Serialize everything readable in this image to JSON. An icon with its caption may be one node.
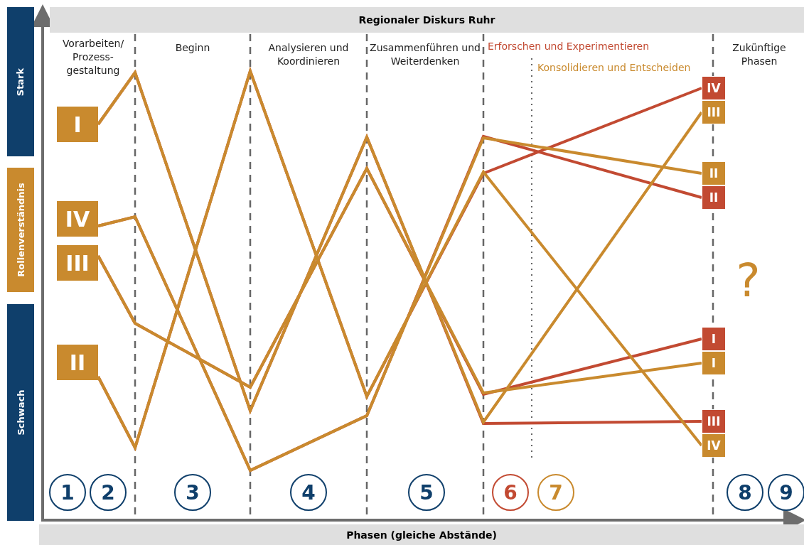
{
  "diagram": {
    "title": "Regionaler Diskurs Ruhr",
    "nodes": [
      {
        "text": [
          "I"
        ]
      },
      {
        "text": [
          "IV"
        ]
      },
      {
        "text": [
          "III"
        ]
      },
      {
        "text": [
          "II"
        ]
      },
      {
        "text": [
          "IV"
        ]
      },
      {
        "text": [
          "III"
        ]
      },
      {
        "text": [
          "II"
        ]
      },
      {
        "text": [
          "II"
        ]
      },
      {
        "text": [
          "I"
        ]
      },
      {
        "text": [
          "I"
        ]
      },
      {
        "text": [
          "III"
        ]
      },
      {
        "text": [
          "IV"
        ]
      }
    ],
    "edges": [
      {
        "from": 0,
        "to": 5,
        "arrow": "none"
      },
      {
        "from": 0,
        "to": 10,
        "arrow": "none",
        "color": "#c24a32"
      },
      {
        "from": 1,
        "to": 6,
        "arrow": "none"
      },
      {
        "from": 1,
        "to": 7,
        "arrow": "none",
        "color": "#c24a32"
      },
      {
        "from": 2,
        "to": 9,
        "arrow": "none"
      },
      {
        "from": 2,
        "to": 8,
        "arrow": "none",
        "color": "#c24a32"
      },
      {
        "from": 3,
        "to": 11,
        "arrow": "none"
      },
      {
        "from": 3,
        "to": 4,
        "arrow": "none",
        "color": "#c24a32"
      }
    ],
    "labels": [
      "Stark",
      "Rollenverständnis",
      "Schwach",
      "Vorarbeiten/ Prozess-gestaltung",
      "Beginn",
      "Analysieren und Koordinieren",
      "Zusammenführen und Weiterdenken",
      "Erforschen und Experimentieren",
      "Konsolidieren und Entscheiden",
      "Zukünftige Phasen",
      "?",
      "1",
      "2",
      "3",
      "4",
      "5",
      "6",
      "7",
      "8",
      "9",
      "Phasen (gleiche Abstände)"
    ]
  }
}
